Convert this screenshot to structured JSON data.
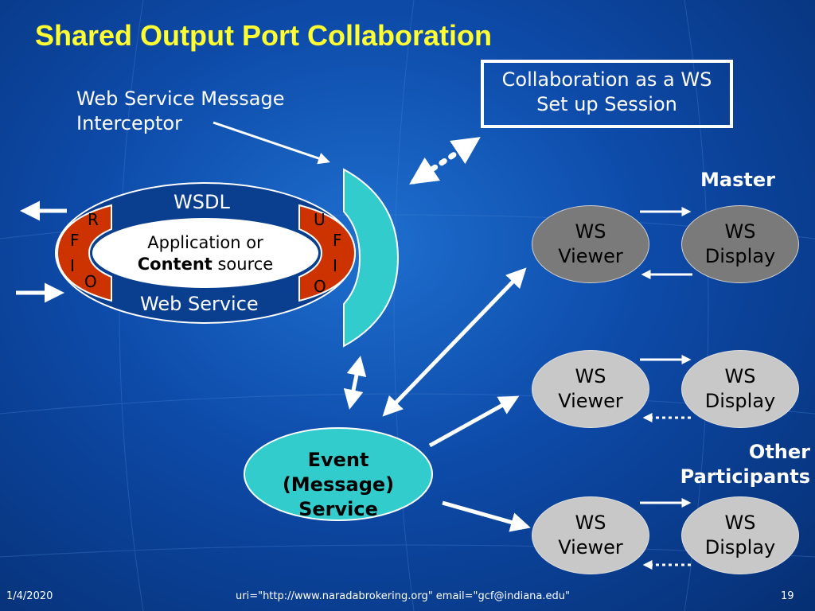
{
  "title": "Shared Output Port Collaboration",
  "interceptor_label": "Web Service Message Interceptor",
  "session_box": "Collaboration as a WS Set up Session",
  "master_label": "Master",
  "other_label": "Other Participants",
  "web_service": {
    "top": "WSDL",
    "bottom": "Web Service",
    "app_line1": "Application or",
    "app_bold": "Content",
    "app_rest": " source",
    "left_port": [
      "R",
      "F",
      "I",
      "O"
    ],
    "right_port": [
      "U",
      "F",
      "I",
      "O"
    ]
  },
  "event_service": {
    "line1": "Event",
    "line2": "(Message)",
    "line3": "Service"
  },
  "participants": [
    {
      "viewer": "WS Viewer",
      "display": "WS Display"
    },
    {
      "viewer": "WS Viewer",
      "display": "WS Display"
    },
    {
      "viewer": "WS Viewer",
      "display": "WS Display"
    }
  ],
  "footer": {
    "date": "1/4/2020",
    "uri": "uri=\"http://www.naradabrokering.org\" email=\"gcf@indiana.edu\"",
    "page": "19"
  },
  "colors": {
    "title": "#ffff33",
    "interceptor": "#33cccc",
    "port": "#cc3300",
    "event_service": "#33cccc",
    "master_circles": "#7a7a7a",
    "participant_circles": "#c8c8c8"
  }
}
